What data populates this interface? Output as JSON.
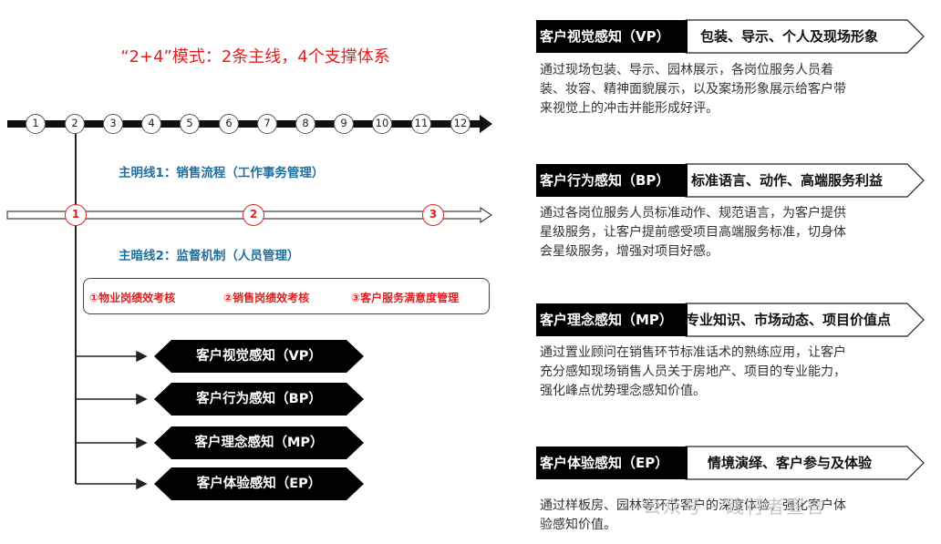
{
  "title": "“2+4”模式：2条主线，4个支撑体系",
  "timeline": [
    "1",
    "2",
    "3",
    "4",
    "5",
    "6",
    "7",
    "8",
    "9",
    "10",
    "11",
    "12"
  ],
  "main_line_1": "主明线1：销售流程（工作事务管理）",
  "main_line_2": "主暗线2：监督机制（人员管理）",
  "red_points": [
    "1",
    "2",
    "3"
  ],
  "assessments": [
    "①物业岗绩效考核",
    "②销售岗绩效考核",
    "③客户服务满意度管理"
  ],
  "branches": [
    "客户视觉感知（VP）",
    "客户行为感知（BP）",
    "客户理念感知（MP）",
    "客户体验感知（EP）"
  ],
  "panels": [
    {
      "title": "客户视觉感知（VP）",
      "subtitle": "包装、导示、个人及现场形象",
      "lines": [
        "通过现场包装、导示、园林展示，各岗位服务人员着",
        "装、妆容、精神面貌展示，以及案场形象展示给客户带",
        "来视觉上的冲击并能形成好评。"
      ]
    },
    {
      "title": "客户行为感知（BP）",
      "subtitle": "标准语言、动作、高端服务利益",
      "lines": [
        "通过各岗位服务人员标准动作、规范语言，为客户提供",
        "星级服务，让客户提前感受项目高端服务标准，切身体",
        "会星级服务，增强对项目好感。"
      ]
    },
    {
      "title": "客户理念感知（MP）",
      "subtitle": "专业知识、市场动态、项目价值点",
      "lines": [
        "通过置业顾问在销售环节标准话术的熟练应用，让客户",
        "充分感知现场销售人员关于房地产、项目的专业能力，",
        "强化峰点优势理念感知价值。"
      ]
    },
    {
      "title": "客户体验感知（EP）",
      "subtitle": "情境演绎、客户参与及体验",
      "lines": [
        "通过样板房、园林等环节客户的深度体验，强化客户体",
        "验感知价值。"
      ]
    }
  ],
  "watermark": "公众号 · 践行者宣言"
}
